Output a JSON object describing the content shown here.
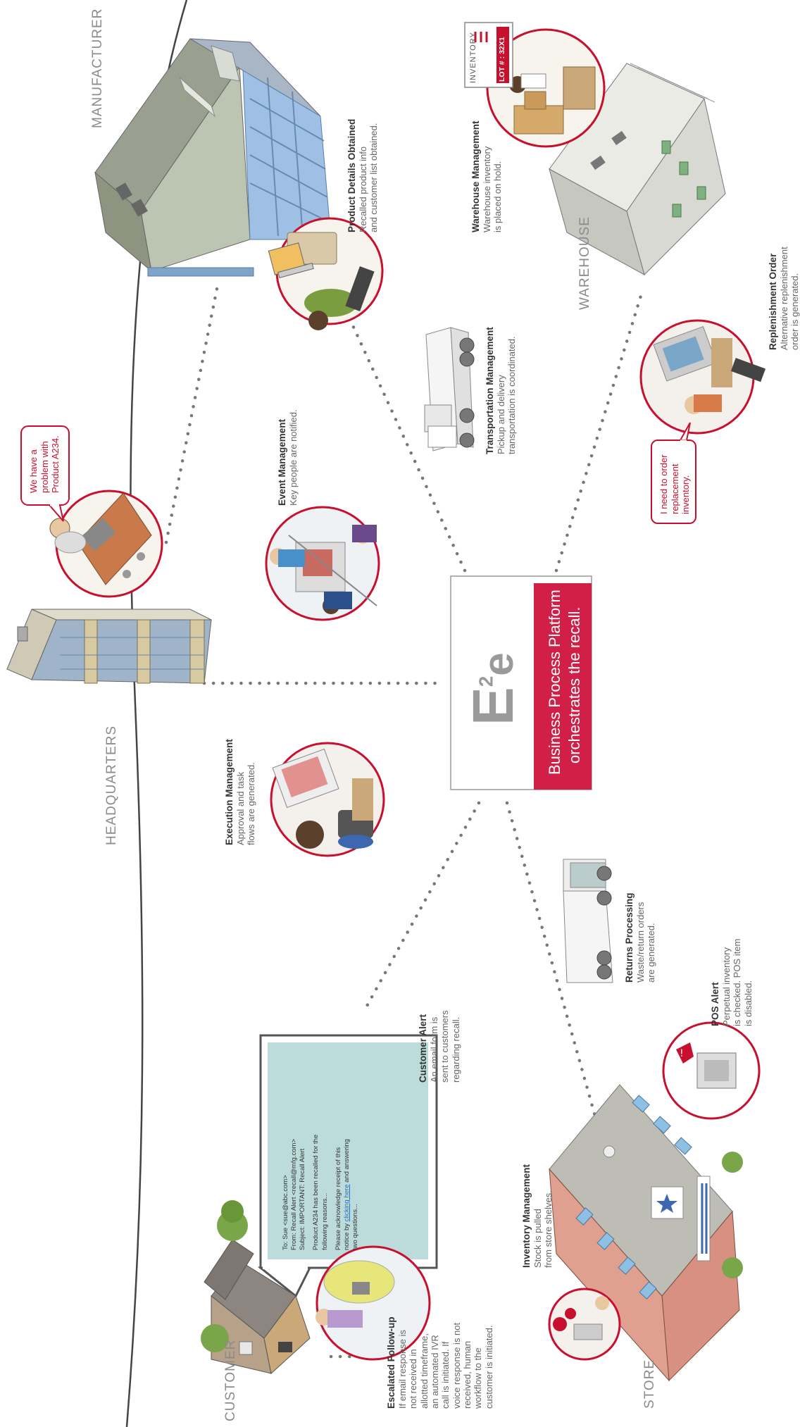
{
  "locations": {
    "manufacturer": "MANUFACTURER",
    "headquarters": "HEADQUARTERS",
    "warehouse": "WAREHOUSE",
    "customer": "CUSTOMER",
    "store": "STORE"
  },
  "platform": {
    "logo": "E",
    "logo_sup": "2",
    "logo_e": "e",
    "line1": "Business Process Platform",
    "line2": "orchestrates the recall."
  },
  "steps": {
    "product_details": {
      "title": "Product Details Obtained",
      "lines": [
        "Recalled product info",
        "and customer list obtained."
      ]
    },
    "warehouse_mgmt": {
      "title": "Warehouse Management",
      "lines": [
        "Warehouse inventory",
        "is placed on hold."
      ]
    },
    "transport_mgmt": {
      "title": "Transportation Management",
      "lines": [
        "Pickup and delivery",
        "transportation is coordinated."
      ]
    },
    "event_mgmt": {
      "title": "Event Management",
      "lines": [
        "Key people are notified."
      ]
    },
    "replenishment": {
      "title": "Replenishment Order",
      "lines": [
        "Alternative replenishment",
        "order is generated."
      ]
    },
    "execution_mgmt": {
      "title": "Execution Management",
      "lines": [
        "Approval and task",
        "flows are generated."
      ]
    },
    "returns": {
      "title": "Returns Processing",
      "lines": [
        "Waste/return orders",
        "are generated."
      ]
    },
    "customer_alert": {
      "title": "Customer Alert",
      "lines": [
        "An email form is",
        "sent to customers",
        "regarding recall."
      ]
    },
    "pos_alert": {
      "title": "POS Alert",
      "lines": [
        "Perpetual inventory",
        "is checked. POS item",
        "is disabled."
      ]
    },
    "inventory_mgmt": {
      "title": "Inventory Management",
      "lines": [
        "Stock is pulled",
        "from store shelves."
      ]
    },
    "escalated": {
      "title": "Escalated Follow-up",
      "lines": [
        "If email response is",
        "not received in",
        "allotted timeframe,",
        "an automated IVR",
        "call is initiated. If",
        "voice response is not",
        "received, human",
        "workflow to the",
        "customer is initiated."
      ]
    }
  },
  "callouts": {
    "hq": [
      "We have a",
      "problem with",
      "Product A234."
    ],
    "warehouse": [
      "I need to order",
      "replacement",
      "inventory."
    ]
  },
  "inventory_sign": {
    "title": "INVENTORY",
    "lot": "LOT # : 32X1"
  },
  "email": {
    "to": "To: Sue <sue@abc.com>",
    "from": "From: Recall Alert <recall@mfg.com>",
    "subject": "Subject: IMPORTANT: Recall Alert",
    "body1": "Product A234 has been recalled for the",
    "body2": "following reasons...",
    "body3": "Please acknowledge receipt of this",
    "body4_pre": "notice by ",
    "body4_link": "clicking here",
    "body4_post": " and answering",
    "body5": "two questions..."
  },
  "colors": {
    "accent_red": "#c8102e",
    "ribbon_red": "#d21f47",
    "dots": "#777777",
    "divider": "#444444"
  }
}
